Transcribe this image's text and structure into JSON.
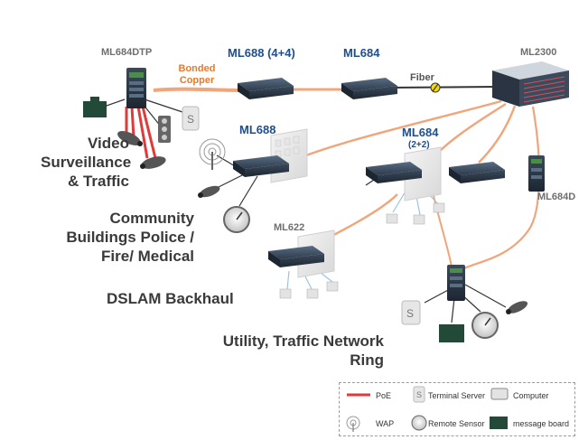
{
  "devices": {
    "ml684dtp": "ML684DTP",
    "ml688_44": "ML688 (4+4)",
    "ml684_top": "ML684",
    "ml2300": "ML2300",
    "ml688": "ML688",
    "ml684_22": "ML684",
    "ml684_22_sub": "(2+2)",
    "ml684d": "ML684D",
    "ml622": "ML622"
  },
  "link_labels": {
    "bonded_copper": "Bonded Copper",
    "fiber": "Fiber"
  },
  "sites": {
    "video": "Video Surveillance & Traffic",
    "community": "Community Buildings Police / Fire/ Medical",
    "dslam": "DSLAM Backhaul",
    "utility": "Utility, Traffic Network Ring"
  },
  "legend": {
    "poe": "PoE",
    "terminal_server": "Terminal Server",
    "computer": "Computer",
    "wap": "WAP",
    "remote_sensor": "Remote Sensor",
    "message_board": "message board"
  },
  "colors": {
    "poe": "#e03a3a",
    "copper": "#f0a57a",
    "device_blue": "#1f4e8c",
    "fiber": "#333333"
  }
}
